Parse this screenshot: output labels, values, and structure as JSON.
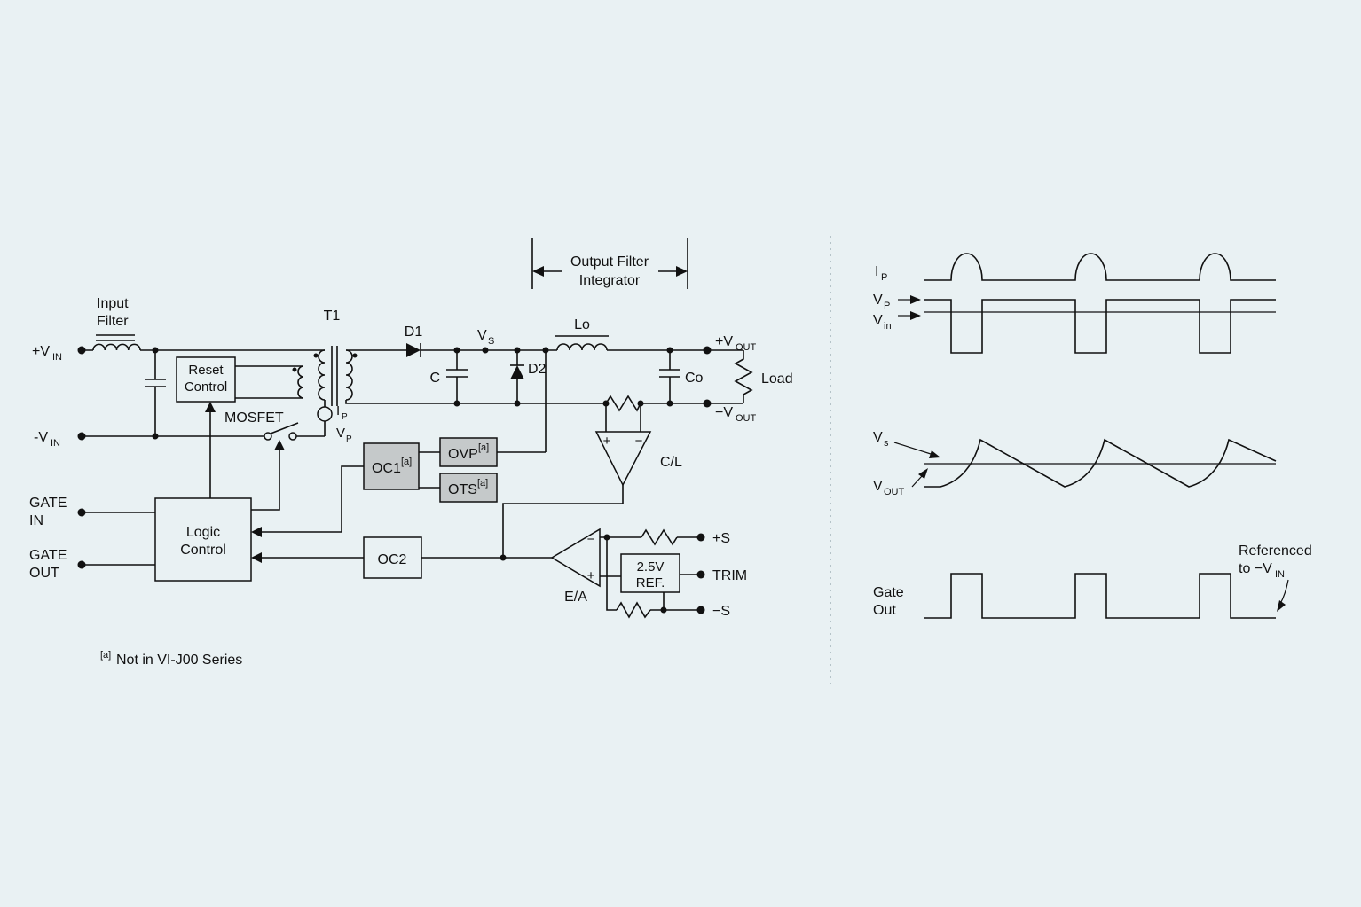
{
  "colors": {
    "background": "#e9f1f3",
    "line": "#111111",
    "gray_box": "#c5c9ca"
  },
  "schematic": {
    "input_filter_line1": "Input",
    "input_filter_line2": "Filter",
    "vin_plus": "+V",
    "vin_plus_sub": "IN",
    "vin_minus": "-V",
    "vin_minus_sub": "IN",
    "gate_in_line1": "GATE",
    "gate_in_line2": "IN",
    "gate_out_line1": "GATE",
    "gate_out_line2": "OUT",
    "reset_line1": "Reset",
    "reset_line2": "Control",
    "mosfet": "MOSFET",
    "transformer": "T1",
    "ip": "I",
    "ip_sub": "P",
    "vp": "V",
    "vp_sub": "P",
    "d1": "D1",
    "vs": "V",
    "vs_sub": "S",
    "cap_c": "C",
    "d2": "D2",
    "lo": "Lo",
    "output_filter_line1": "Output Filter",
    "output_filter_line2": "Integrator",
    "vout_plus": "+V",
    "vout_plus_sub": "OUT",
    "vout_minus": "−V",
    "vout_minus_sub": "OUT",
    "cap_co": "Co",
    "load": "Load",
    "cl": "C/L",
    "ovp": "OVP",
    "ovp_sup": "[a]",
    "ots": "OTS",
    "ots_sup": "[a]",
    "oc1": "OC1",
    "oc1_sup": "[a]",
    "oc2": "OC2",
    "logic_line1": "Logic",
    "logic_line2": "Control",
    "ea": "E/A",
    "ref_line1": "2.5V",
    "ref_line2": "REF.",
    "sense_plus": "+S",
    "trim": "TRIM",
    "sense_minus": "−S",
    "plus_sign": "+",
    "minus_sign": "−"
  },
  "waveforms": {
    "ip": "I",
    "ip_sub": "P",
    "vp": "V",
    "vp_sub": "P",
    "vin": "V",
    "vin_sub": "in",
    "vs": "V",
    "vs_sub": "s",
    "vout": "V",
    "vout_sub": "OUT",
    "gate_line1": "Gate",
    "gate_line2": "Out",
    "referenced_line1": "Referenced",
    "referenced_line2": "to −V",
    "referenced_line2_sub": "IN"
  },
  "footnote": {
    "marker": "[a]",
    "text": "Not in VI-J00 Series"
  }
}
